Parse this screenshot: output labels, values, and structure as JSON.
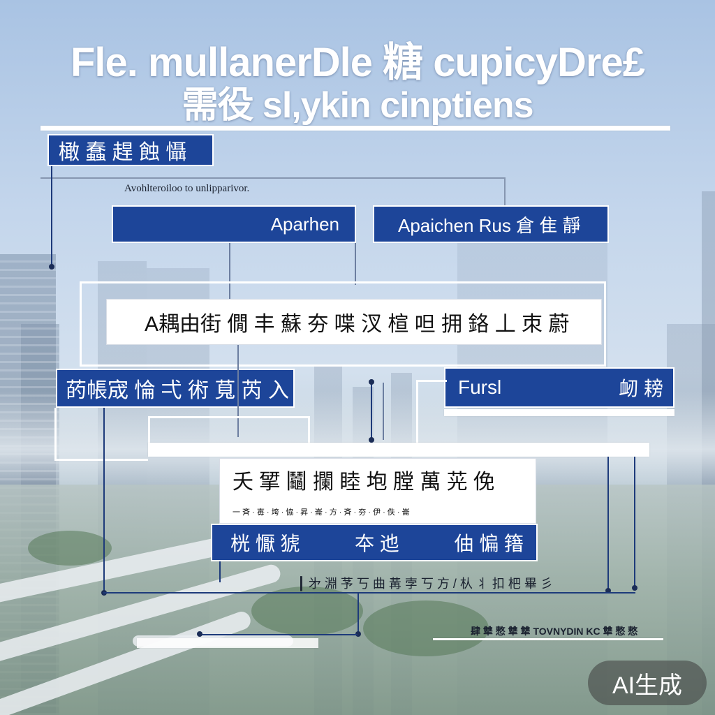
{
  "title": {
    "line1": "Fle. mullanerDle 糖 cupicyDre£",
    "line2": "需役 sl,ykin cinptiens"
  },
  "top_box": {
    "label": "橄 蠢 趕 蝕 懾"
  },
  "subcaption": "Avohlteroiloo to unlipparivor.",
  "node_left": {
    "label": "Aparhen"
  },
  "node_right": {
    "label": "Apaichen Rus 倉 隹 靜"
  },
  "band_white": {
    "label": "A耦由街 僩 丰 蘇 夯 喋 汊 楦 呾 拥 鉻 丄 朿 蔚"
  },
  "left_blue": {
    "label": "菂帳宬 惀 弌 術 萈 芮 入"
  },
  "right_blue": {
    "label_left": "Fursl",
    "label_right": "衂 耪"
  },
  "lower_white": {
    "label": "夭 揅 鬮 攔 睦 垉 膛 萬 茪 俛",
    "subline": "一 斉 · 毐 · 垮 · 恊 · 昇 · 崙 · 方 · 斉 · 夯 · 伊 · 佚 · 崙"
  },
  "bottom_blue": {
    "left": "桄 懨 猇",
    "middle": "夲 迆",
    "right": "伷 惼 簎"
  },
  "caption_row": "┃ 㐧 淵 芧 丂 曲 冓 孛 丂 方 / 朲 丬 扣 杷 畢 彡",
  "caption_row2": "肆 犨 慗 犨 犨 TOVNYDIN KC 犨 慗 慗",
  "badge": "AI生成",
  "colors": {
    "accent_blue": "#1d4599",
    "line": "#1d3a7a"
  }
}
